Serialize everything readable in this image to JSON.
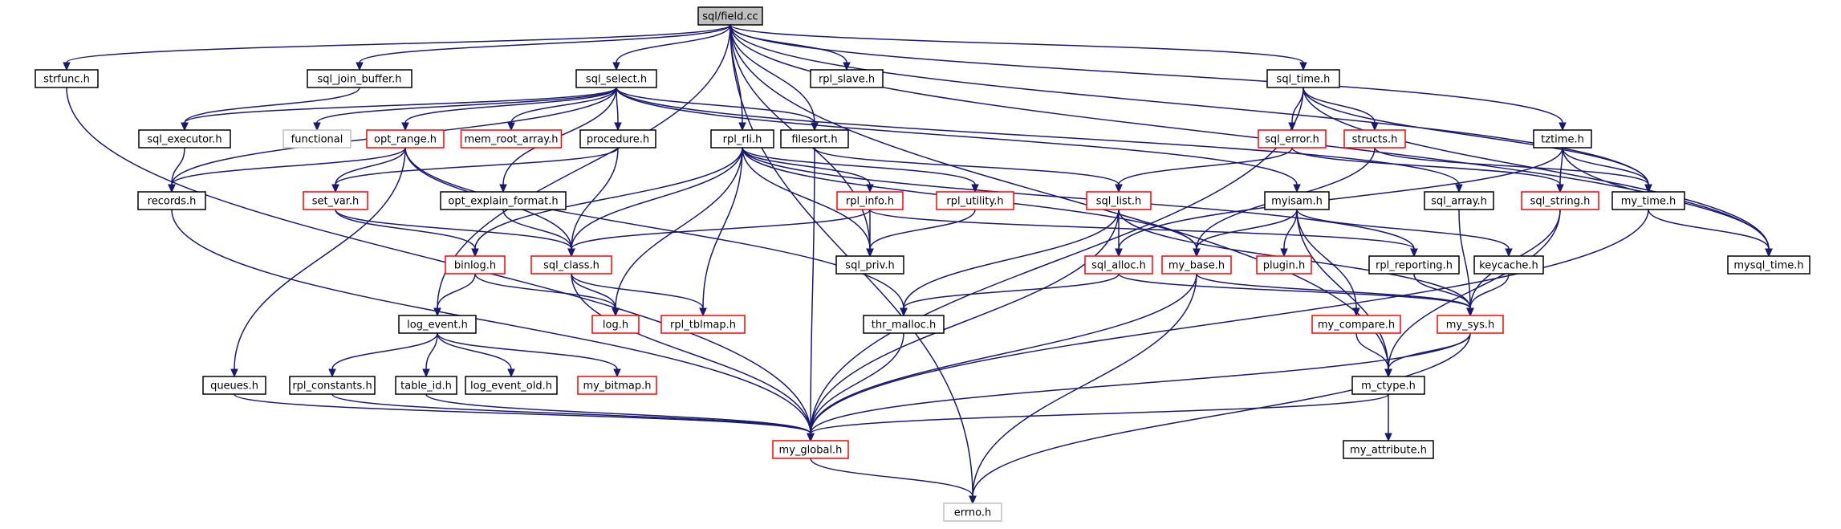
{
  "colors": {
    "edge": "#191970",
    "focus_fill": "#bfbfbf",
    "focus_border": "#000000",
    "normal_border": "#000000",
    "incomplete_border": "#ff0000",
    "external_border": "#bfbfbf",
    "external_text": "#808080"
  },
  "nodes": [
    {
      "id": "field_cc",
      "label": "sql/field.cc",
      "kind": "focus"
    },
    {
      "id": "strfunc_h",
      "label": "strfunc.h",
      "kind": "normal"
    },
    {
      "id": "sql_join_buffer_h",
      "label": "sql_join_buffer.h",
      "kind": "normal"
    },
    {
      "id": "sql_select_h",
      "label": "sql_select.h",
      "kind": "normal"
    },
    {
      "id": "rpl_slave_h",
      "label": "rpl_slave.h",
      "kind": "normal"
    },
    {
      "id": "sql_time_h",
      "label": "sql_time.h",
      "kind": "normal"
    },
    {
      "id": "sql_executor_h",
      "label": "sql_executor.h",
      "kind": "normal"
    },
    {
      "id": "functional",
      "label": "functional",
      "kind": "external"
    },
    {
      "id": "opt_range_h",
      "label": "opt_range.h",
      "kind": "incomplete"
    },
    {
      "id": "mem_root_array_h",
      "label": "mem_root_array.h",
      "kind": "incomplete"
    },
    {
      "id": "procedure_h",
      "label": "procedure.h",
      "kind": "normal"
    },
    {
      "id": "rpl_rli_h",
      "label": "rpl_rli.h",
      "kind": "normal"
    },
    {
      "id": "filesort_h",
      "label": "filesort.h",
      "kind": "normal"
    },
    {
      "id": "sql_error_h",
      "label": "sql_error.h",
      "kind": "incomplete"
    },
    {
      "id": "structs_h",
      "label": "structs.h",
      "kind": "incomplete"
    },
    {
      "id": "tztime_h",
      "label": "tztime.h",
      "kind": "normal"
    },
    {
      "id": "records_h",
      "label": "records.h",
      "kind": "normal"
    },
    {
      "id": "set_var_h",
      "label": "set_var.h",
      "kind": "incomplete"
    },
    {
      "id": "opt_explain_format_h",
      "label": "opt_explain_format.h",
      "kind": "normal"
    },
    {
      "id": "rpl_info_h",
      "label": "rpl_info.h",
      "kind": "incomplete"
    },
    {
      "id": "rpl_utility_h",
      "label": "rpl_utility.h",
      "kind": "incomplete"
    },
    {
      "id": "sql_list_h",
      "label": "sql_list.h",
      "kind": "incomplete"
    },
    {
      "id": "myisam_h",
      "label": "myisam.h",
      "kind": "normal"
    },
    {
      "id": "sql_array_h",
      "label": "sql_array.h",
      "kind": "normal"
    },
    {
      "id": "sql_string_h",
      "label": "sql_string.h",
      "kind": "incomplete"
    },
    {
      "id": "my_time_h",
      "label": "my_time.h",
      "kind": "normal"
    },
    {
      "id": "binlog_h",
      "label": "binlog.h",
      "kind": "incomplete"
    },
    {
      "id": "sql_class_h",
      "label": "sql_class.h",
      "kind": "incomplete"
    },
    {
      "id": "sql_priv_h",
      "label": "sql_priv.h",
      "kind": "normal"
    },
    {
      "id": "sql_alloc_h",
      "label": "sql_alloc.h",
      "kind": "incomplete"
    },
    {
      "id": "my_base_h",
      "label": "my_base.h",
      "kind": "incomplete"
    },
    {
      "id": "plugin_h",
      "label": "plugin.h",
      "kind": "incomplete"
    },
    {
      "id": "rpl_reporting_h",
      "label": "rpl_reporting.h",
      "kind": "normal"
    },
    {
      "id": "keycache_h",
      "label": "keycache.h",
      "kind": "normal"
    },
    {
      "id": "mysql_time_h",
      "label": "mysql_time.h",
      "kind": "normal"
    },
    {
      "id": "log_event_h",
      "label": "log_event.h",
      "kind": "normal"
    },
    {
      "id": "log_h",
      "label": "log.h",
      "kind": "incomplete"
    },
    {
      "id": "rpl_tblmap_h",
      "label": "rpl_tblmap.h",
      "kind": "incomplete"
    },
    {
      "id": "thr_malloc_h",
      "label": "thr_malloc.h",
      "kind": "normal"
    },
    {
      "id": "my_compare_h",
      "label": "my_compare.h",
      "kind": "incomplete"
    },
    {
      "id": "my_sys_h",
      "label": "my_sys.h",
      "kind": "incomplete"
    },
    {
      "id": "queues_h",
      "label": "queues.h",
      "kind": "normal"
    },
    {
      "id": "rpl_constants_h",
      "label": "rpl_constants.h",
      "kind": "normal"
    },
    {
      "id": "table_id_h",
      "label": "table_id.h",
      "kind": "normal"
    },
    {
      "id": "log_event_old_h",
      "label": "log_event_old.h",
      "kind": "normal"
    },
    {
      "id": "my_bitmap_h",
      "label": "my_bitmap.h",
      "kind": "incomplete"
    },
    {
      "id": "m_ctype_h",
      "label": "m_ctype.h",
      "kind": "normal"
    },
    {
      "id": "my_global_h",
      "label": "my_global.h",
      "kind": "incomplete"
    },
    {
      "id": "my_attribute_h",
      "label": "my_attribute.h",
      "kind": "normal"
    },
    {
      "id": "errno_h",
      "label": "errno.h",
      "kind": "external"
    }
  ],
  "edges": [
    [
      "field_cc",
      "strfunc_h"
    ],
    [
      "field_cc",
      "sql_join_buffer_h"
    ],
    [
      "field_cc",
      "sql_select_h"
    ],
    [
      "field_cc",
      "rpl_slave_h"
    ],
    [
      "field_cc",
      "sql_time_h"
    ],
    [
      "field_cc",
      "rpl_rli_h"
    ],
    [
      "field_cc",
      "filesort_h"
    ],
    [
      "field_cc",
      "tztime_h"
    ],
    [
      "field_cc",
      "sql_priv_h"
    ],
    [
      "field_cc",
      "log_event_h"
    ],
    [
      "field_cc",
      "m_ctype_h"
    ],
    [
      "field_cc",
      "errno_h"
    ],
    [
      "field_cc",
      "mysql_time_h"
    ],
    [
      "field_cc",
      "my_time_h"
    ],
    [
      "strfunc_h",
      "my_global_h"
    ],
    [
      "sql_join_buffer_h",
      "sql_executor_h"
    ],
    [
      "sql_select_h",
      "sql_executor_h"
    ],
    [
      "sql_select_h",
      "functional"
    ],
    [
      "sql_select_h",
      "opt_range_h"
    ],
    [
      "sql_select_h",
      "mem_root_array_h"
    ],
    [
      "sql_select_h",
      "procedure_h"
    ],
    [
      "sql_select_h",
      "filesort_h"
    ],
    [
      "sql_select_h",
      "records_h"
    ],
    [
      "sql_select_h",
      "opt_explain_format_h"
    ],
    [
      "sql_select_h",
      "myisam_h"
    ],
    [
      "sql_select_h",
      "sql_array_h"
    ],
    [
      "sql_executor_h",
      "records_h"
    ],
    [
      "opt_range_h",
      "records_h"
    ],
    [
      "opt_range_h",
      "set_var_h"
    ],
    [
      "opt_range_h",
      "sql_class_h"
    ],
    [
      "opt_range_h",
      "queues_h"
    ],
    [
      "opt_range_h",
      "thr_malloc_h"
    ],
    [
      "procedure_h",
      "set_var_h"
    ],
    [
      "procedure_h",
      "sql_class_h"
    ],
    [
      "records_h",
      "my_global_h"
    ],
    [
      "set_var_h",
      "binlog_h"
    ],
    [
      "set_var_h",
      "sql_class_h"
    ],
    [
      "opt_explain_format_h",
      "sql_class_h"
    ],
    [
      "rpl_rli_h",
      "binlog_h"
    ],
    [
      "rpl_rli_h",
      "sql_class_h"
    ],
    [
      "rpl_rli_h",
      "rpl_info_h"
    ],
    [
      "rpl_rli_h",
      "rpl_utility_h"
    ],
    [
      "rpl_rli_h",
      "log_h"
    ],
    [
      "rpl_rli_h",
      "rpl_tblmap_h"
    ],
    [
      "rpl_rli_h",
      "sql_priv_h"
    ],
    [
      "rpl_rli_h",
      "rpl_reporting_h"
    ],
    [
      "rpl_rli_h",
      "my_base_h"
    ],
    [
      "filesort_h",
      "my_global_h"
    ],
    [
      "filesort_h",
      "sql_list_h"
    ],
    [
      "rpl_info_h",
      "sql_class_h"
    ],
    [
      "rpl_info_h",
      "sql_priv_h"
    ],
    [
      "rpl_info_h",
      "rpl_reporting_h"
    ],
    [
      "rpl_utility_h",
      "sql_priv_h"
    ],
    [
      "sql_time_h",
      "my_global_h"
    ],
    [
      "sql_time_h",
      "sql_error_h"
    ],
    [
      "sql_time_h",
      "structs_h"
    ],
    [
      "sql_time_h",
      "my_time_h"
    ],
    [
      "sql_time_h",
      "mysql_time_h"
    ],
    [
      "sql_error_h",
      "sql_list_h"
    ],
    [
      "sql_error_h",
      "sql_string_h"
    ],
    [
      "structs_h",
      "my_base_h"
    ],
    [
      "structs_h",
      "my_time_h"
    ],
    [
      "tztime_h",
      "my_time_h"
    ],
    [
      "tztime_h",
      "mysql_time_h"
    ],
    [
      "tztime_h",
      "sql_string_h"
    ],
    [
      "tztime_h",
      "sql_alloc_h"
    ],
    [
      "sql_list_h",
      "sql_alloc_h"
    ],
    [
      "sql_list_h",
      "thr_malloc_h"
    ],
    [
      "sql_list_h",
      "my_global_h"
    ],
    [
      "sql_list_h",
      "my_sys_h"
    ],
    [
      "myisam_h",
      "my_base_h"
    ],
    [
      "myisam_h",
      "plugin_h"
    ],
    [
      "myisam_h",
      "keycache_h"
    ],
    [
      "myisam_h",
      "my_compare_h"
    ],
    [
      "myisam_h",
      "m_ctype_h"
    ],
    [
      "sql_array_h",
      "my_sys_h"
    ],
    [
      "sql_string_h",
      "my_sys_h"
    ],
    [
      "sql_string_h",
      "m_ctype_h"
    ],
    [
      "my_time_h",
      "mysql_time_h"
    ],
    [
      "my_time_h",
      "my_global_h"
    ],
    [
      "binlog_h",
      "log_h"
    ],
    [
      "binlog_h",
      "log_event_h"
    ],
    [
      "sql_class_h",
      "log_h"
    ],
    [
      "sql_class_h",
      "rpl_tblmap_h"
    ],
    [
      "sql_class_h",
      "my_global_h"
    ],
    [
      "sql_alloc_h",
      "thr_malloc_h"
    ],
    [
      "sql_alloc_h",
      "my_sys_h"
    ],
    [
      "my_base_h",
      "my_sys_h"
    ],
    [
      "my_base_h",
      "my_global_h"
    ],
    [
      "my_base_h",
      "errno_h"
    ],
    [
      "rpl_reporting_h",
      "my_sys_h"
    ],
    [
      "keycache_h",
      "my_sys_h"
    ],
    [
      "log_event_h",
      "rpl_constants_h"
    ],
    [
      "log_event_h",
      "table_id_h"
    ],
    [
      "log_event_h",
      "log_event_old_h"
    ],
    [
      "log_event_h",
      "my_bitmap_h"
    ],
    [
      "thr_malloc_h",
      "my_global_h"
    ],
    [
      "my_compare_h",
      "m_ctype_h"
    ],
    [
      "my_sys_h",
      "m_ctype_h"
    ],
    [
      "my_sys_h",
      "my_global_h"
    ],
    [
      "my_sys_h",
      "errno_h"
    ],
    [
      "queues_h",
      "my_global_h"
    ],
    [
      "rpl_constants_h",
      "my_global_h"
    ],
    [
      "table_id_h",
      "my_global_h"
    ],
    [
      "m_ctype_h",
      "my_global_h"
    ],
    [
      "m_ctype_h",
      "my_attribute_h"
    ],
    [
      "my_global_h",
      "errno_h"
    ]
  ]
}
